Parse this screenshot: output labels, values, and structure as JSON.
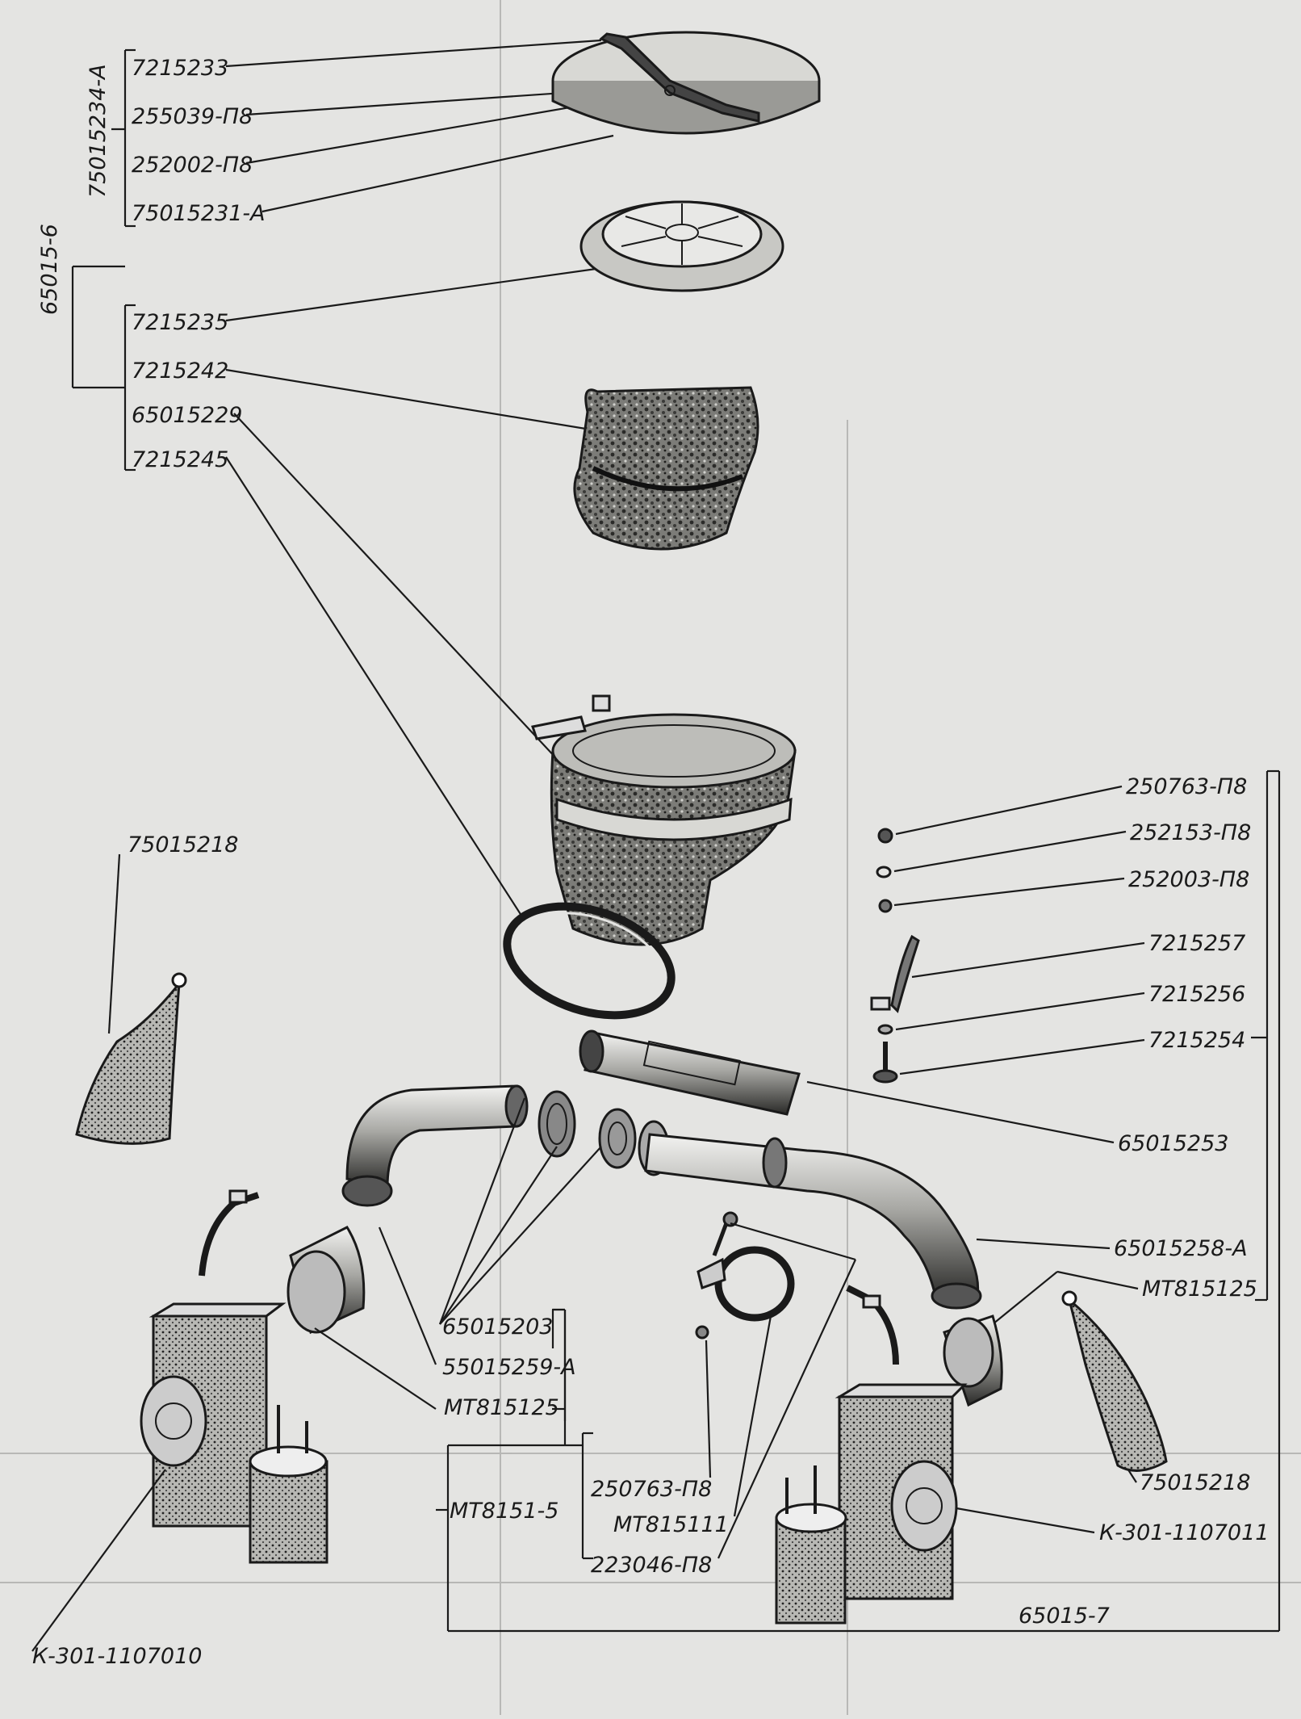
{
  "diagram": {
    "assembly_left": "65015-6",
    "subassembly_top": "75015234-A",
    "labels_top": [
      "7215233",
      "255039-П8",
      "252002-П8",
      "75015231-А"
    ],
    "labels_mid": [
      "7215235",
      "7215242",
      "65015229",
      "7215245"
    ],
    "label_cap_left": "75015218",
    "labels_right": [
      "250763-П8",
      "252153-П8",
      "252003-П8",
      "7215257",
      "7215256",
      "7215254"
    ],
    "label_tube": "65015253",
    "label_hose": "65015258-А",
    "label_clamp_right": "МТ815125",
    "labels_bottom_group": [
      "65015203",
      "55015259-А",
      "МТ815125"
    ],
    "label_mt_left": "МТ8151-5",
    "labels_fasteners": [
      "250763-П8",
      "МТ815111",
      "223046-П8"
    ],
    "label_cap_right": "75015218",
    "label_valve_right": "К-301-1107011",
    "label_valve_left": "К-301-1107010",
    "assembly_right": "65015-7"
  }
}
